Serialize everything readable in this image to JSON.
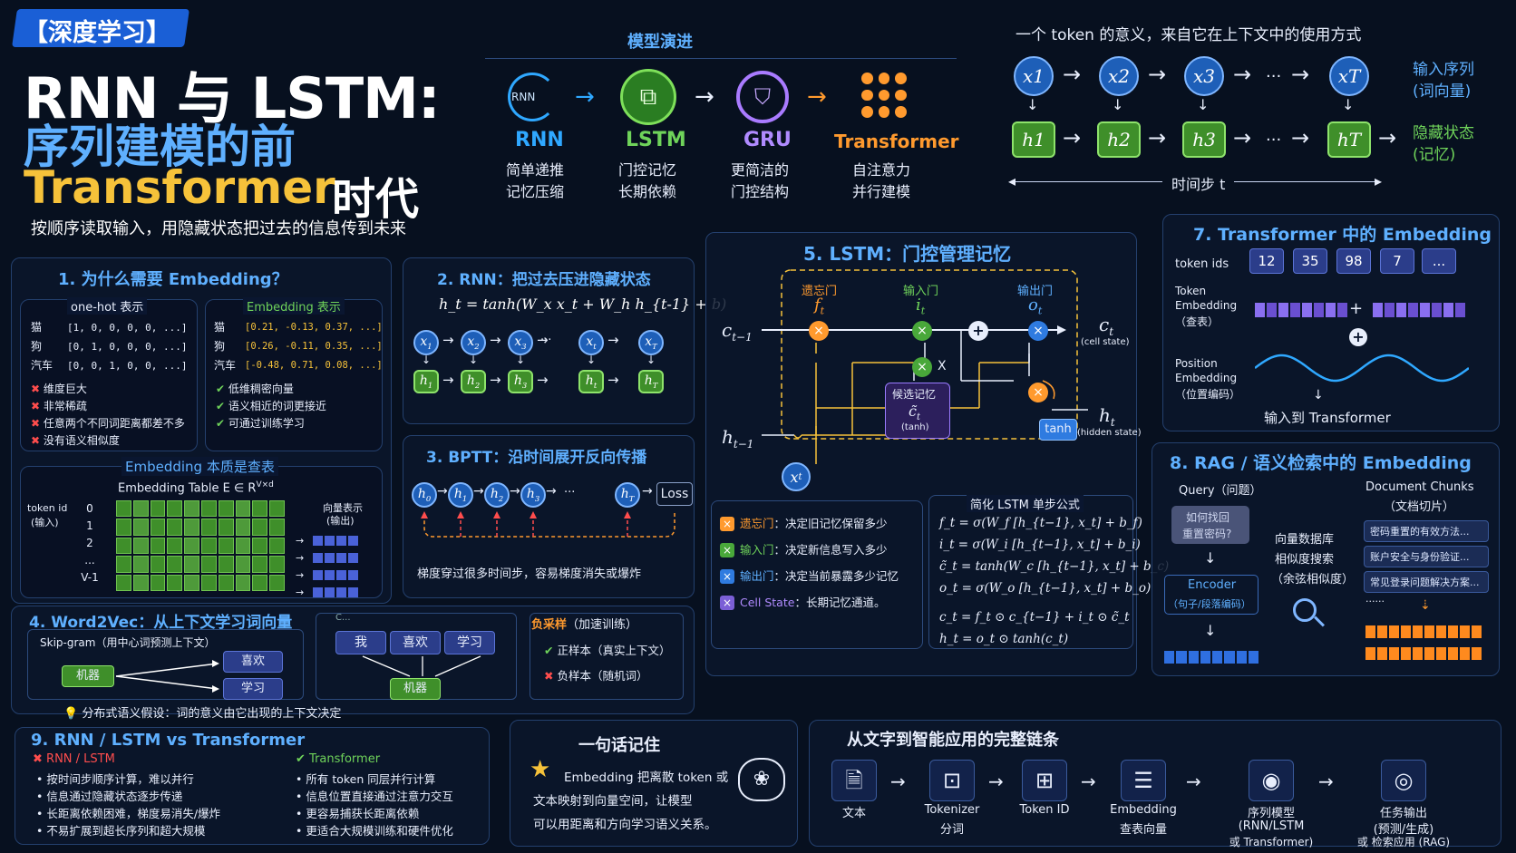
{
  "header": {
    "tag": "【深度学习】",
    "title_line1": "RNN 与 LSTM:",
    "title_line2": "序列建模的前",
    "title_line3_a": "Transformer",
    "title_line3_b": "时代",
    "subtitle": "按顺序读取输入，用隐藏状态把过去的信息传到未来"
  },
  "evolution": {
    "title": "模型演进",
    "items": [
      {
        "name": "RNN",
        "icon_text": "RNN",
        "line1": "简单递推",
        "line2": "记忆压缩"
      },
      {
        "name": "LSTM",
        "line1": "门控记忆",
        "line2": "长期依赖"
      },
      {
        "name": "GRU",
        "line1": "更简洁的",
        "line2": "门控结构"
      },
      {
        "name": "Transformer",
        "line1": "自注意力",
        "line2": "并行建模"
      }
    ]
  },
  "top_right": {
    "caption": "一个 token 的意义，来自它在上下文中的使用方式",
    "x_nodes": [
      "x1",
      "x2",
      "x3",
      "xT"
    ],
    "h_nodes": [
      "h1",
      "h2",
      "h3",
      "hT"
    ],
    "ellipsis": "···",
    "input_label1": "输入序列",
    "input_label2": "(词向量)",
    "hidden_label1": "隐藏状态",
    "hidden_label2": "(记忆)",
    "time_label": "时间步 t"
  },
  "sec1": {
    "title": "1. 为什么需要 Embedding？",
    "onehot_title": "one-hot 表示",
    "emb_title": "Embedding 表示",
    "rows": [
      {
        "word": "猫",
        "onehot": "[1, 0, 0, 0, 0, ...]",
        "emb": "[0.21, -0.13, 0.37, ...]"
      },
      {
        "word": "狗",
        "onehot": "[0, 1, 0, 0, 0, ...]",
        "emb": "[0.26, -0.11, 0.35, ...]"
      },
      {
        "word": "汽车",
        "onehot": "[0, 0, 1, 0, 0, ...]",
        "emb": "[-0.48, 0.71, 0.08, ...]"
      }
    ],
    "cons": [
      "维度巨大",
      "非常稀疏",
      "任意两个不同词距离都差不多",
      "没有语义相似度"
    ],
    "pros": [
      "低维稠密向量",
      "语义相近的词更接近",
      "可通过训练学习"
    ],
    "lookup_title": "Embedding 本质是查表",
    "table_title": "Embedding Table E ∈ R",
    "table_sup": "V×d",
    "token_id_label1": "token id",
    "token_id_label2": "(输入)",
    "ids": [
      "0",
      "1",
      "2",
      "...",
      "V-1"
    ],
    "vec_label1": "向量表示",
    "vec_label2": "(输出)"
  },
  "sec2": {
    "title": "2. RNN：把过去压进隐藏状态",
    "formula": "h_t = tanh(W_x x_t + W_h h_{t-1} + b)",
    "x": [
      "x1",
      "x2",
      "x3",
      "xt",
      "xT"
    ],
    "h": [
      "h1",
      "h2",
      "h3",
      "ht",
      "hT"
    ],
    "ellipsis": "···"
  },
  "sec3": {
    "title": "3. BPTT：沿时间展开反向传播",
    "nodes": [
      "h0",
      "h1",
      "h2",
      "h3",
      "hT"
    ],
    "loss": "Loss",
    "ellipsis": "···",
    "caption": "梯度穿过很多时间步，容易梯度消失或爆炸"
  },
  "sec4": {
    "title": "4. Word2Vec：从上下文学习词向量",
    "skipgram": "Skip-gram（用中心词预测上下文）",
    "center": "机器",
    "ctx1": "喜欢",
    "ctx2": "学习",
    "cbow_label": "C...",
    "cbow_w1": "我",
    "cbow_w2": "喜欢",
    "cbow_w3": "学习",
    "cbow_center": "机器",
    "neg_title": "负采样",
    "neg_title2": "（加速训练）",
    "pos": "正样本（真实上下文）",
    "neg": "负样本（随机词）",
    "hypothesis": "分布式语义假设：词的意义由它出现的上下文决定"
  },
  "sec5": {
    "title": "5. LSTM：门控管理记忆",
    "forget": "遗忘门",
    "input": "输入门",
    "output": "输出门",
    "ft": "f",
    "it": "i",
    "ot": "o",
    "ct_prev": "c",
    "ct": "c",
    "cell_state": "(cell state)",
    "ht_prev": "h",
    "ht": "h",
    "hidden_state": "(hidden state)",
    "xt": "x",
    "cand1": "候选记忆",
    "cand2": "c̃",
    "cand3": "(tanh)",
    "tanh": "tanh",
    "x_mark": "X",
    "legend": [
      {
        "name": "遗忘门",
        "desc": "：决定旧记忆保留多少"
      },
      {
        "name": "输入门",
        "desc": "：决定新信息写入多少"
      },
      {
        "name": "输出门",
        "desc": "：决定当前暴露多少记忆"
      },
      {
        "name": "Cell State",
        "desc": "：长期记忆通道。"
      }
    ],
    "formula_title": "简化 LSTM 单步公式",
    "formulas": [
      "f_t = σ(W_f [h_{t−1}, x_t] + b_f)",
      "i_t = σ(W_i [h_{t−1}, x_t] + b_i)",
      "c̃_t = tanh(W_c [h_{t−1}, x_t] + b_c)",
      "o_t = σ(W_o [h_{t−1}, x_t] + b_o)",
      "c_t = f_t ⊙ c_{t−1} + i_t ⊙ c̃_t",
      "h_t = o_t ⊙ tanh(c_t)"
    ]
  },
  "sec7": {
    "title": "7. Transformer 中的 Embedding",
    "token_ids_label": "token ids",
    "ids": [
      "12",
      "35",
      "98",
      "7",
      "..."
    ],
    "tok_emb1": "Token",
    "tok_emb2": "Embedding",
    "tok_emb3": "（查表）",
    "pos_emb1": "Position",
    "pos_emb2": "Embedding",
    "pos_emb3": "（位置编码）",
    "plus": "+",
    "output": "输入到 Transformer"
  },
  "sec8": {
    "title": "8. RAG / 语义检索中的 Embedding",
    "query_label": "Query（问题）",
    "query_text1": "如何找回",
    "query_text2": "重置密码?",
    "encoder1": "Encoder",
    "encoder2": "（句子/段落编码）",
    "vdb1": "向量数据库",
    "vdb2": "相似度搜索",
    "vdb3": "（余弦相似度）",
    "doc_label1": "Document Chunks",
    "doc_label2": "（文档切片）",
    "chunks": [
      "密码重置的有效方法...",
      "账户安全与身份验证...",
      "常见登录问题解决方案..."
    ],
    "chunk_more": "......"
  },
  "sec9": {
    "title": "9. RNN / LSTM vs Transformer",
    "left_head": "RNN / LSTM",
    "left": [
      "按时间步顺序计算，难以并行",
      "信息通过隐藏状态逐步传递",
      "长距离依赖困难，梯度易消失/爆炸",
      "不易扩展到超长序列和超大规模"
    ],
    "right_head": "Transformer",
    "right": [
      "所有 token 同层并行计算",
      "信息位置直接通过注意力交互",
      "更容易捕获长距离依赖",
      "更适合大规模训练和硬件优化"
    ]
  },
  "memo": {
    "title": "一句话记住",
    "text1": "Embedding 把离散 token 或",
    "text2": "文本映射到向量空间，让模型",
    "text3": "可以用距离和方向学习语义关系。"
  },
  "chain": {
    "title": "从文字到智能应用的完整链条",
    "steps": [
      {
        "l1": "文本",
        "l2": ""
      },
      {
        "l1": "Tokenizer",
        "l2": "分词"
      },
      {
        "l1": "Token ID",
        "l2": ""
      },
      {
        "l1": "Embedding",
        "l2": "查表向量"
      },
      {
        "l1": "序列模型",
        "l2": "(RNN/LSTM",
        "l3": "或 Transformer)"
      },
      {
        "l1": "任务输出",
        "l2": "(预测/生成)",
        "l3": "或 检索应用 (RAG)"
      }
    ]
  },
  "colors": {
    "blue": "#5fb0ff",
    "green": "#6fd35a",
    "orange": "#ff9a2e",
    "yellow": "#f6c23a",
    "purple": "#b08bff"
  }
}
